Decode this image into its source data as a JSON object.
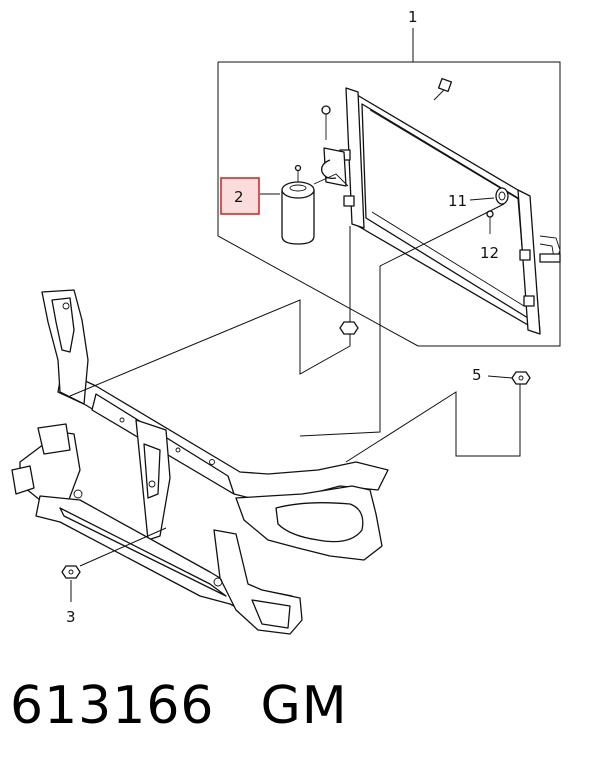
{
  "callouts": {
    "c1": "1",
    "c2": "2",
    "c3": "3",
    "c5": "5",
    "c11": "11",
    "c12": "12"
  },
  "highlighted_callout": "2",
  "colors": {
    "highlight_border": "#d22c2c",
    "highlight_fill": "#fbdcdc",
    "line": "#111111"
  },
  "footer": {
    "part_number": "613166",
    "brand": "GM"
  }
}
